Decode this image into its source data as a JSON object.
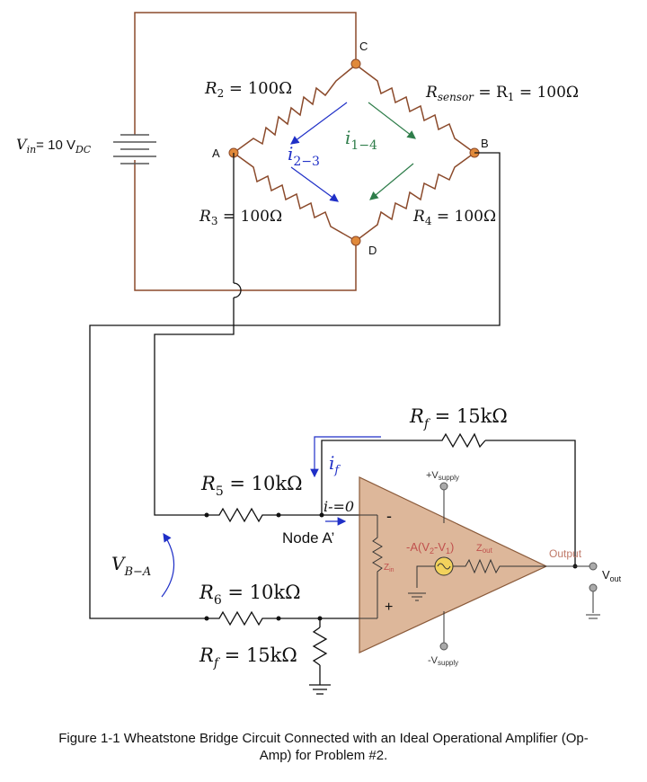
{
  "labels": {
    "vin": "V",
    "vin_sub": "in",
    "vin_eq": "= 10 V",
    "vin_sub2": "DC",
    "r2": "R",
    "r2_sub": "2",
    "r2_val": " = 100Ω",
    "rsensor": "R",
    "rsensor_sub": "sensor",
    "rsensor_val": " = R",
    "rsensor_sub2": "1",
    "rsensor_val2": " = 100Ω",
    "r3": "R",
    "r3_sub": "3",
    "r3_val": " = 100Ω",
    "r4": "R",
    "r4_sub": "4",
    "r4_val": " = 100Ω",
    "node_a": "A",
    "node_b": "B",
    "node_c": "C",
    "node_d": "D",
    "i23": "i",
    "i23_sub": "2−3",
    "i14": "i",
    "i14_sub": "1−4",
    "rf_top": "R",
    "rf_top_sub": "f",
    "rf_top_val": " = 15kΩ",
    "if_label": "i",
    "if_sub": "f",
    "r5": "R",
    "r5_sub": "5",
    "r5_val": " = 10kΩ",
    "i_minus": "i-=0",
    "node_a_prime": "Node A’",
    "vba": "V",
    "vba_sub": "B−A",
    "r6": "R",
    "r6_sub": "6",
    "r6_val": " = 10kΩ",
    "rf_bot": "R",
    "rf_bot_sub": "f",
    "rf_bot_val": " = 15kΩ",
    "minus_sign": "-",
    "plus_sign": "+",
    "vsupply_pos": "+V",
    "vsupply_pos_sub": "supply",
    "vsupply_neg": "-V",
    "vsupply_neg_sub": "supply",
    "gain_expr": "-A(V",
    "gain_sub2": "2",
    "gain_mid": "-V",
    "gain_sub1": "1",
    "gain_end": ")",
    "zout": "Z",
    "zout_sub": "out",
    "zin": "Z",
    "zin_sub": "in",
    "output": "Output",
    "vout": "V",
    "vout_sub": "out"
  },
  "caption_line1": "Figure 1-1 Wheatstone Bridge Circuit Connected with an Ideal Operational Amplifier (Op-",
  "caption_line2": "Amp) for Problem #2.",
  "colors": {
    "bridge_wire": "#8b4a2b",
    "node_fill": "#e0893a",
    "opamp_fill": "#ddb79a",
    "opamp_stroke": "#8a5a3a",
    "blue": "#1f2fc7",
    "green": "#2e7d4a",
    "opamp_text": "#c0504d"
  }
}
